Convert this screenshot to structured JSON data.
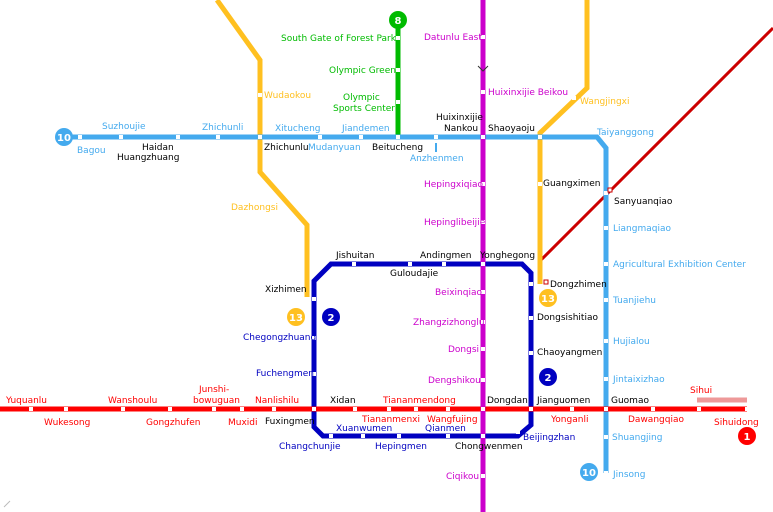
{
  "lines": {
    "l1": {
      "color": "#ff0000"
    },
    "l2": {
      "color": "#0000c0"
    },
    "l5": {
      "color": "#cc00cc"
    },
    "l8": {
      "color": "#00bb00"
    },
    "l10": {
      "color": "#44aaee"
    },
    "l13": {
      "color": "#ffc020"
    },
    "batong": {
      "color": "#ee9999"
    },
    "airport": {
      "color": "#cc0000"
    }
  },
  "badges": {
    "l1": "1",
    "l2a": "2",
    "l2b": "2",
    "l8": "8",
    "l10a": "10",
    "l10b": "10",
    "l13a": "13",
    "l13b": "13"
  },
  "stations": {
    "l1": {
      "yuquanlu": "Yuquanlu",
      "wukesong": "Wukesong",
      "wanshoulu": "Wanshoulu",
      "gongzhufen": "Gongzhufen",
      "junshi1": "Junshi-",
      "junshi2": "bowuguan",
      "muxidi": "Muxidi",
      "nanlishilu": "Nanlishilu",
      "tiananmenxi": "Tiananmenxi",
      "tiananmendong": "Tiananmendong",
      "wangfujing": "Wangfujing",
      "yonganli": "Yonganli",
      "dawangqiao": "Dawangqiao",
      "sihui": "Sihui",
      "sihuidong": "Sihuidong"
    },
    "l2": {
      "jishuitan": "Jishuitan",
      "andingmen": "Andingmen",
      "guloudajie": "Guloudajie",
      "yonghegong": "Yonghegong",
      "dongzhimen": "Dongzhimen",
      "dongsishitiao": "Dongsishitiao",
      "chaoyangmen": "Chaoyangmen",
      "jianguomen": "Jianguomen",
      "beijingzhan": "Beijingzhan",
      "chongwenmen": "Chongwenmen",
      "qianmen": "Qianmen",
      "hepingmen": "Hepingmen",
      "xuanwumen": "Xuanwumen",
      "changchunjie": "Changchunjie",
      "fuxingmen": "Fuxingmen",
      "fuchengmen": "Fuchengmen",
      "chegongzhuang": "Chegongzhuang",
      "xizhimen": "Xizhimen",
      "xidan": "Xidan",
      "dongdan": "Dongdan",
      "guomao": "Guomao"
    },
    "l5": {
      "datunlu": "Datunlu East",
      "huixinxijie_beikou": "Huixinxijie Beikou",
      "huixinxijie_nankou1": "Huixinxijie",
      "huixinxijie_nankou2": "Nankou",
      "hepingxiqiao": "Hepingxiqiao",
      "hepinglibeijie": "Hepinglibeijie",
      "beixinqiao": "Beixinqiao",
      "zhangzizhonglu": "Zhangzizhonglu",
      "dongsi": "Dongsi",
      "dengshikou": "Dengshikou",
      "ciqikou": "Ciqikou"
    },
    "l8": {
      "forest": "South Gate of Forest Park",
      "olympic_green": "Olympic Green",
      "sports1": "Olympic",
      "sports2": "Sports Center"
    },
    "l10": {
      "bagou": "Bagou",
      "suzhoujie": "Suzhoujie",
      "haidan1": "Haidan",
      "haidan2": "Huangzhuang",
      "zhichunli": "Zhichunli",
      "zhichunlu": "Zhichunlu",
      "xitucheng": "Xitucheng",
      "mudanyuan": "Mudanyuan",
      "jiandemen": "Jiandemen",
      "beitucheng": "Beitucheng",
      "anzhenmen": "Anzhenmen",
      "shaoyaoju": "Shaoyaoju",
      "taiyanggong": "Taiyanggong",
      "sanyuanqiao": "Sanyuanqiao",
      "liangmaqiao": "Liangmaqiao",
      "agri": "Agricultural Exhibition Center",
      "tuanjiehu": "Tuanjiehu",
      "hujialou": "Hujialou",
      "jintaixizhao": "Jintaixizhao",
      "shuangjing": "Shuangjing",
      "jinsong": "Jinsong"
    },
    "l13": {
      "wudaokou": "Wudaokou",
      "dazhongsi": "Dazhongsi",
      "wangjingxi": "Wangjingxi",
      "guangximen": "Guangximen"
    }
  }
}
